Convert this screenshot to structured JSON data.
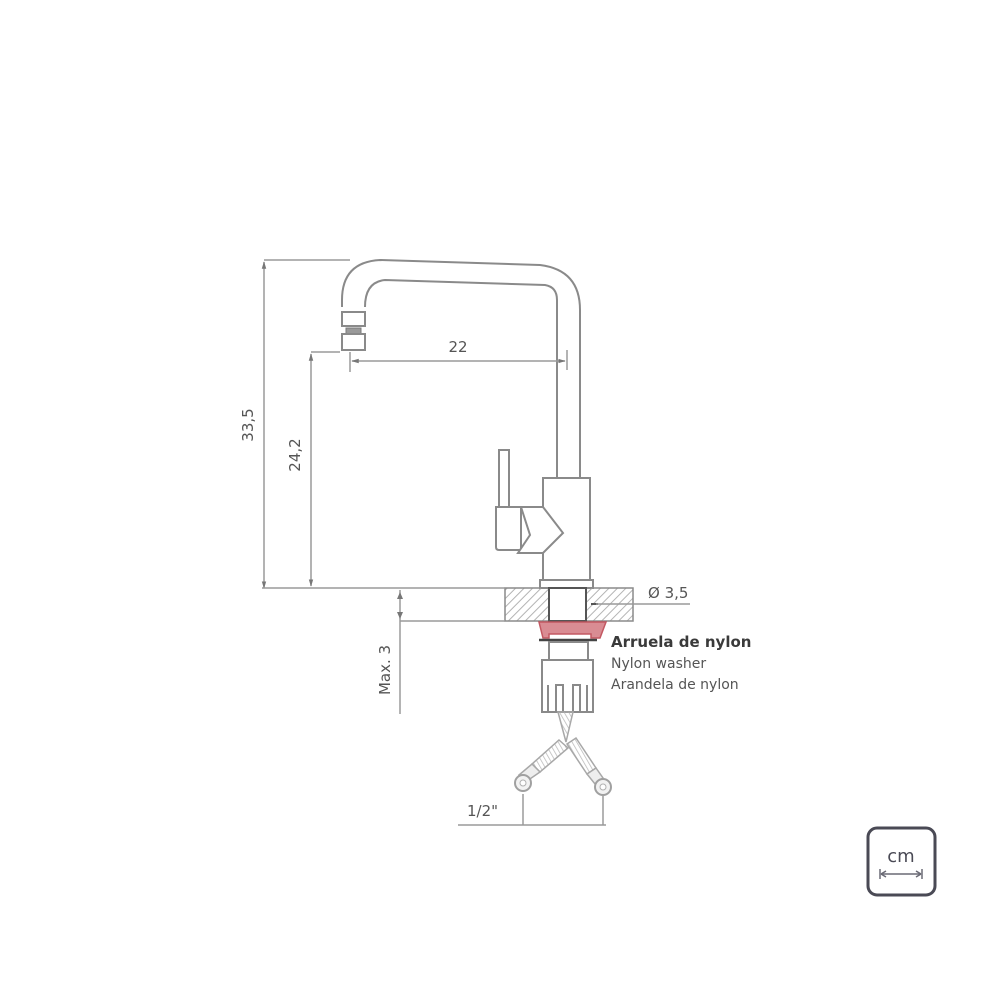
{
  "drawing": {
    "subject": "Kitchen faucet technical drawing",
    "unit": "cm",
    "dimensions": {
      "total_height": "33,5",
      "spout_height": "24,2",
      "spout_reach": "22",
      "hole_diameter": "Ø 3,5",
      "max_counter_thickness": "Max. 3",
      "connection": "1/2\""
    },
    "washer_callout": {
      "title": "Arruela de nylon",
      "english": "Nylon washer",
      "spanish": "Arandela de nylon"
    }
  },
  "unit_badge": {
    "label": "cm",
    "icon": "ruler-arrow-icon"
  },
  "colors": {
    "line": "#8a8a8a",
    "dim_line": "#9a9a9a",
    "text": "#555555",
    "washer": "#c0505a",
    "badge_border": "#4a4a55",
    "hatch": "#b0b0b0"
  }
}
